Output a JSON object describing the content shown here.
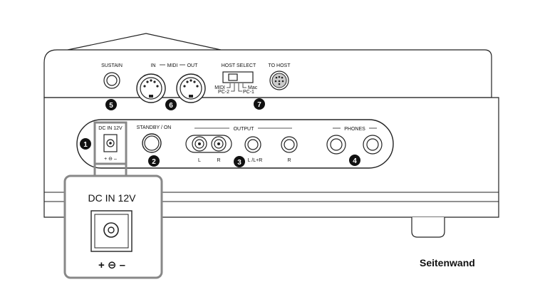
{
  "labels": {
    "sustain": "SUSTAIN",
    "midi_in": "IN",
    "midi": "MIDI",
    "midi_out": "OUT",
    "host_select": "HOST SELECT",
    "to_host": "TO HOST",
    "host_midi": "MIDI",
    "host_pc2": "PC-2",
    "host_mac": "Mac",
    "host_pc1": "PC-1",
    "dc_in": "DC IN 12V",
    "standby_on": "STANDBY / ON",
    "output": "OUTPUT",
    "out_l": "L",
    "out_r": "R",
    "out_lr": "L /L+R",
    "out_r2": "R",
    "phones": "PHONES",
    "dc_in_zoom": "DC IN 12V",
    "polarity": "+ ⊖ –",
    "polarity_zoom": "+ ⊖ –"
  },
  "callouts": [
    "1",
    "2",
    "3",
    "4",
    "5",
    "6",
    "7"
  ],
  "caption": "Seitenwand"
}
